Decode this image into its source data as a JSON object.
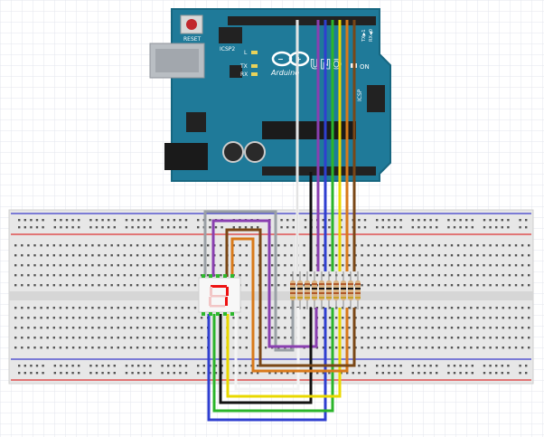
{
  "board": {
    "reset_label": "RESET",
    "icsp2_label": "ICSP2",
    "icsp_label": "ICSP",
    "brand": "Arduino",
    "model": "UNO",
    "on_label": "ON",
    "led_l": "L",
    "led_tx": "TX",
    "led_rx": "RX",
    "tx_pin": "TX▶1",
    "rx_pin": "RX◀0"
  },
  "display": {
    "digit": "7"
  },
  "colors": {
    "board": "#1f7a99",
    "board_edge": "#176680",
    "breadboard": "#e8e8e8",
    "rail_red": "#d33",
    "rail_blue": "#33c",
    "segment_red": "#e11",
    "wire_gray": "#9aa0a6",
    "wire_white": "#f0f0f0",
    "wire_black": "#111111",
    "wire_purple": "#8a3fb0",
    "wire_blue": "#2f3fd0",
    "wire_green": "#2bb52b",
    "wire_yellow": "#e9d800",
    "wire_orange": "#d97a1a",
    "wire_brown": "#7a4716"
  }
}
